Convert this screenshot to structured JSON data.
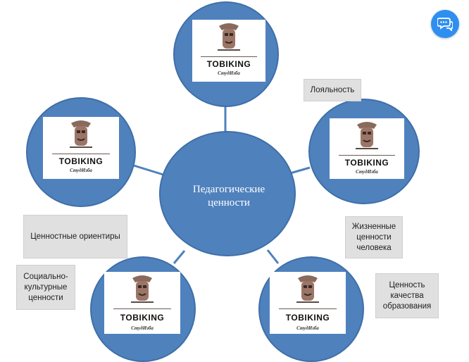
{
  "diagram": {
    "center": {
      "label": "Педагогические ценности"
    },
    "satellites": [
      {
        "id": "top",
        "brand": "TOBIKING",
        "tagline": "СтудИзба"
      },
      {
        "id": "left",
        "brand": "TOBIKING",
        "tagline": "СтудИзба"
      },
      {
        "id": "right",
        "brand": "TOBIKING",
        "tagline": "СтудИзба"
      },
      {
        "id": "bottom-left",
        "brand": "TOBIKING",
        "tagline": "СтудИзба"
      },
      {
        "id": "bottom-right",
        "brand": "TOBIKING",
        "tagline": "СтудИзба"
      }
    ],
    "tags": [
      {
        "text": "Лояльность"
      },
      {
        "text": "Жизненные\nценности\nчеловека"
      },
      {
        "text": "Ценностные ориентиры"
      },
      {
        "text": "Социально-\nкультурные\nценности"
      },
      {
        "text": "Ценность\nкачества\nобразования"
      }
    ],
    "colors": {
      "node": "#4f81bd",
      "node_border": "#3f6fa8",
      "tag": "#e0e0e0",
      "chat": "#2f8ff0"
    }
  },
  "widgets": {
    "chat_icon": "chat-bubbles-icon"
  }
}
